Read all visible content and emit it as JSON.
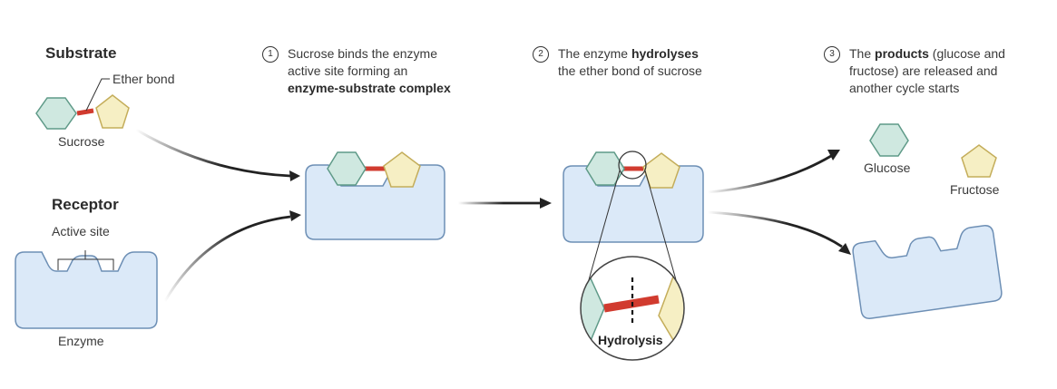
{
  "labels": {
    "substrate": "Substrate",
    "ether_bond": "Ether bond",
    "sucrose": "Sucrose",
    "receptor": "Receptor",
    "active_site": "Active site",
    "enzyme": "Enzyme",
    "glucose": "Glucose",
    "fructose": "Fructose",
    "hydrolysis": "Hydrolysis"
  },
  "steps": [
    {
      "number": "1",
      "line1": "Sucrose binds the enzyme",
      "line2": "active site forming an",
      "line3_bold": "enzyme-substrate complex"
    },
    {
      "number": "2",
      "line1_pre": "The enzyme ",
      "line1_bold": "hydrolyses",
      "line2": "the ether bond of sucrose"
    },
    {
      "number": "3",
      "line1_pre": "The ",
      "line1_bold": "products",
      "line1_post": " (glucose and",
      "line2": "fructose) are released and",
      "line3": "another cycle starts"
    }
  ],
  "colors": {
    "enzyme_fill": "#dbe9f8",
    "enzyme_stroke": "#6d8fb5",
    "glucose_fill": "#cfe8e0",
    "glucose_stroke": "#5f9a88",
    "fructose_fill": "#f6efc4",
    "fructose_stroke": "#c4ad5a",
    "bond": "#d13b2f",
    "arrow": "#222222"
  }
}
